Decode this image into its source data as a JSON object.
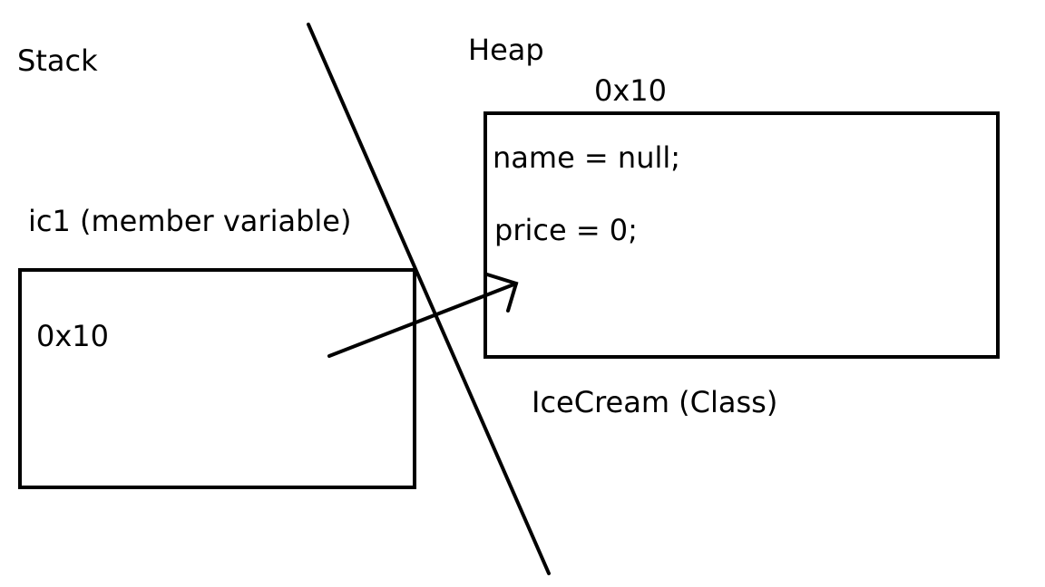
{
  "stack": {
    "title": "Stack",
    "variable_label": "ic1 (member variable)",
    "reference_value": "0x10"
  },
  "heap": {
    "title": "Heap",
    "address": "0x10",
    "fields": [
      "name = null;",
      "price = 0;"
    ],
    "class_label": "IceCream (Class)"
  },
  "colors": {
    "ink": "#000000",
    "background": "#ffffff"
  }
}
